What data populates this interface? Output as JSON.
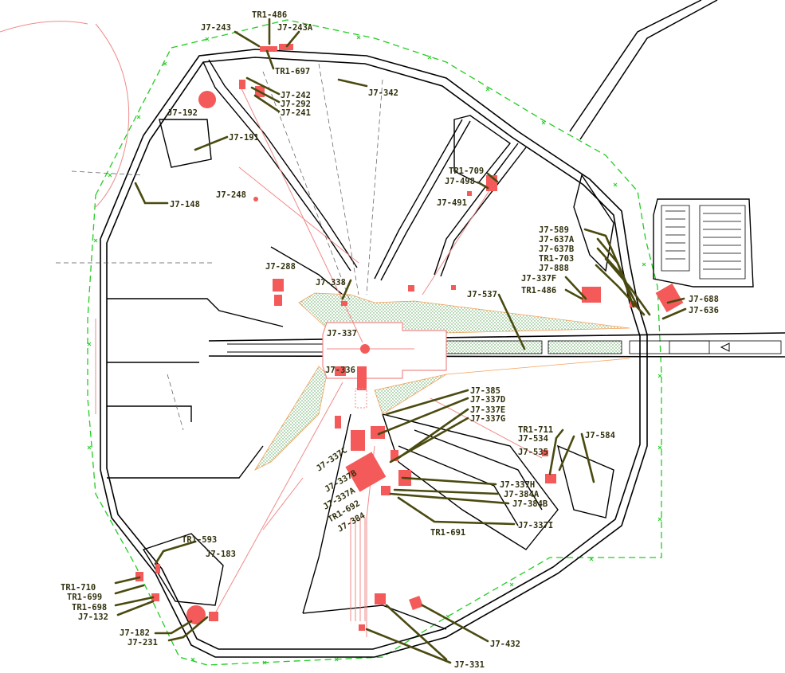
{
  "colors": {
    "background": "#ffffff",
    "road": "#000000",
    "fence": "#22cc22",
    "red_line": "#f08a8a",
    "facility": "#f45a5a",
    "leader": "#4a4a10",
    "label": "#33320f",
    "grass": "#5aa85a"
  },
  "labels": {
    "tr1_486_top": "TR1-486",
    "j7_243": "J7-243",
    "j7_243a": "J7-243A",
    "tr1_697": "TR1-697",
    "j7_342": "J7-342",
    "j7_242": "J7-242",
    "j7_292": "J7-292",
    "j7_241": "J7-241",
    "j7_192": "J7-192",
    "j7_191": "J7-191",
    "j7_148": "J7-148",
    "j7_248": "J7-248",
    "tr1_709": "TR1-709",
    "j7_498": "J7-498",
    "j7_491": "J7-491",
    "j7_288": "J7-288",
    "j7_338": "J7-338",
    "j7_589": "J7-589",
    "j7_637a": "J7-637A",
    "j7_637b": "J7-637B",
    "tr1_703": "TR1-703",
    "j7_888": "J7-888",
    "j7_337f": "J7-337F",
    "tr1_486_mid": "TR1-486",
    "j7_688": "J7-688",
    "j7_636": "J7-636",
    "j7_537": "J7-537",
    "j7_337": "J7-337",
    "j7_336": "J7-336",
    "j7_385": "J7-385",
    "j7_337d": "J7-337D",
    "j7_337e": "J7-337E",
    "j7_337g": "J7-337G",
    "tr1_711": "TR1-711",
    "j7_534": "J7-534",
    "j7_584": "J7-584",
    "j7_535": "J7-535",
    "j7_337c": "J7-337C",
    "j7_337b": "J7-337B",
    "j7_337a": "J7-337A",
    "tr1_692": "TR1-692",
    "j7_384": "J7-384",
    "j7_337h": "J7-337H",
    "j7_384a": "J7-384A",
    "j7_384b": "J7-384B",
    "j7_337i": "J7-337I",
    "tr1_691": "TR1-691",
    "tr1_593": "TR1-593",
    "j7_183": "J7-183",
    "tr1_710": "TR1-710",
    "tr1_699": "TR1-699",
    "tr1_698": "TR1-698",
    "j7_132": "J7-132",
    "j7_182": "J7-182",
    "j7_231": "J7-231",
    "j7_432": "J7-432",
    "j7_331": "J7-331"
  }
}
